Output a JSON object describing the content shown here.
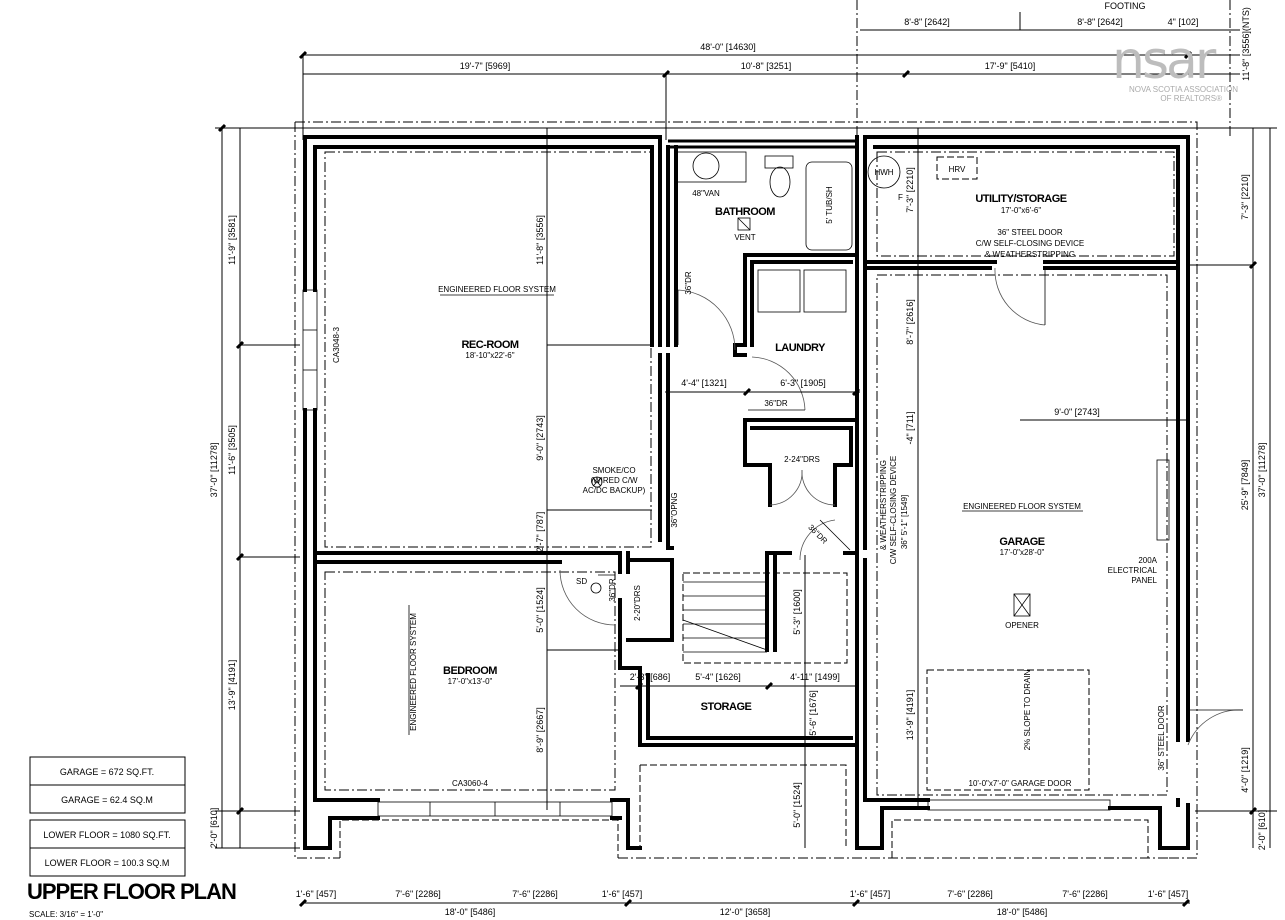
{
  "logo": {
    "mark": "nsar",
    "line1": "NOVA SCOTIA ASSOCIATION",
    "line2": "OF REALTORS®"
  },
  "title": "UPPER FLOOR PLAN",
  "scale": "SCALE: 3/16\" = 1'-0\"",
  "areas": [
    "GARAGE = 672 SQ.FT.",
    "GARAGE = 62.4 SQ.M",
    "LOWER FLOOR = 1080 SQ.FT.",
    "LOWER FLOOR = 100.3 SQ.M"
  ],
  "dims_top": {
    "footing": "FOOTING",
    "a1": "8'-8\" [2642]",
    "a2": "8'-8\" [2642]",
    "a3": "4\" [102]",
    "overall": "48'-0\" [14630]",
    "b1": "19'-7\" [5969]",
    "b2": "10'-8\" [3251]",
    "b3": "17'-9\" [5410]",
    "nts": "11'-8\" [3556](NTS)"
  },
  "dims_left": {
    "l1": "11'-9\" [3581]",
    "l2": "11'-6\" [3505]",
    "overall": "37'-0\" [11278]",
    "l3": "13'-9\" [4191]",
    "l4": "2'-0\" [610]"
  },
  "dims_right": {
    "r1": "7'-3\" [2210]",
    "r2": "25'-9\" [7849]",
    "overall": "37'-0\" [11278]",
    "r3": "4'-0\" [1219]",
    "r4": "2'-0\" [610]"
  },
  "dims_bottom": {
    "s1": "1'-6\" [457]",
    "s2": "7'-6\" [2286]",
    "s3": "7'-6\" [2286]",
    "s4": "1'-6\" [457]",
    "s5": "1'-6\" [457]",
    "s6": "7'-6\" [2286]",
    "s7": "7'-6\" [2286]",
    "s8": "1'-6\" [457]",
    "t1": "18'-0\" [5486]",
    "t2": "12'-0\" [3658]",
    "t3": "18'-0\" [5486]"
  },
  "rec_room": {
    "floor_system": "ENGINEERED FLOOR SYSTEM",
    "name": "REC-ROOM",
    "size": "18'-10\"x22'-6\"",
    "window": "CA3048-3",
    "dim1": "11'-8\" [3556]",
    "dim2": "9'-0\" [2743]",
    "smoke": [
      "SMOKE/CO",
      "(WIRED C/W",
      "AC/DC BACKUP)"
    ],
    "dim3": "2'-7\" [787]",
    "opening": "36\"OPNG"
  },
  "bedroom": {
    "name": "BEDROOM",
    "size": "17'-0\"x13'-0\"",
    "floor_system": "ENGINEERED FLOOR SYSTEM",
    "window": "CA3060-4",
    "dim1": "5'-0\" [1524]",
    "dim2": "8'-9\" [2667]",
    "sd": "SD",
    "door": "36\"DR",
    "closet": "2-20\"DRS"
  },
  "bathroom": {
    "name": "BATHROOM",
    "vanity": "48\"VAN",
    "vent": "VENT",
    "tub": "5' TUB/SH",
    "door": "36\"DR"
  },
  "laundry": {
    "name": "LAUNDRY",
    "dim1": "4'-4\" [1321]",
    "dim2": "6'-3\" [1905]",
    "door": "36\"DR",
    "closet": "2-24\"DRS",
    "hall_door": "36\"DR"
  },
  "utility": {
    "hwh": "HWH",
    "hrv": "HRV",
    "f": "F",
    "dim": "7'-3\" [2210]",
    "name": "UTILITY/STORAGE",
    "size": "17'-0\"x6'-6\"",
    "door_note": [
      "36\" STEEL DOOR",
      "C/W SELF-CLOSING DEVICE",
      "& WEATHERSTRIPPING"
    ]
  },
  "garage": {
    "dim_a": "8'-7\" [2616]",
    "dim_b": "9'-0\" [2743]",
    "dim_c": "-4\" [711]",
    "door_note": [
      "& WEATHERSTRIPPING",
      "C/W SELF-CLOSING DEVICE",
      "36\" 5'-1\" [1549]"
    ],
    "floor_system": "ENGINEERED FLOOR SYSTEM",
    "name": "GARAGE",
    "size": "17'-0\"x28'-0\"",
    "panel": [
      "200A",
      "ELECTRICAL",
      "PANEL"
    ],
    "opener": "OPENER",
    "slope": "2% SLOPE TO DRAIN",
    "door": "10'-0\"x7'-0\" GARAGE DOOR",
    "steel_door": "36\" STEEL DOOR",
    "dim_d": "13'-9\" [4191]"
  },
  "storage": {
    "name": "STORAGE",
    "dim1": "5'-3\" [1600]",
    "dim2": "2'-3\" [686]",
    "dim3": "5'-4\" [1626]",
    "dim4": "4'-11\" [1499]",
    "dim5": "5'-6\" [1676]",
    "dim6": "5'-0\" [1524]"
  }
}
